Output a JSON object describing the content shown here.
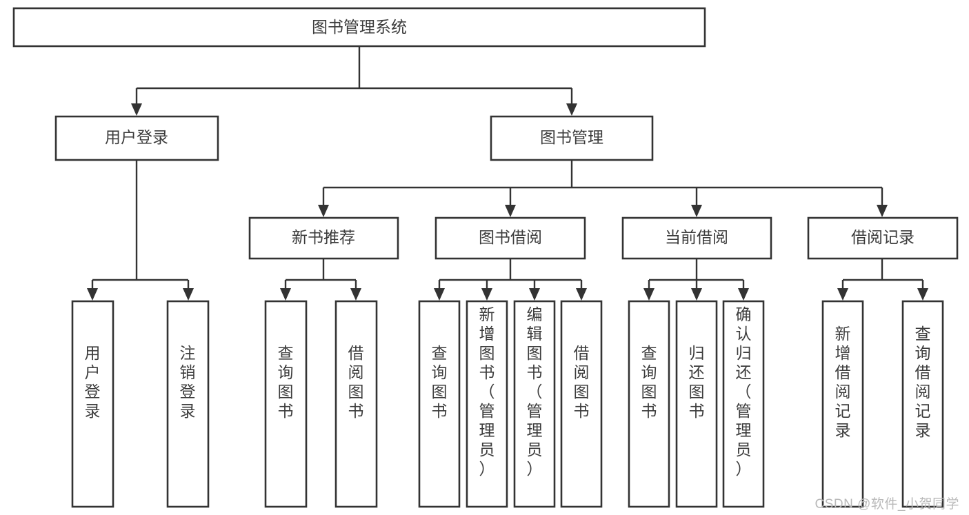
{
  "diagram": {
    "title": "图书管理系统",
    "type": "tree-hierarchy",
    "watermark": "CSDN @软件_小贺同学",
    "colors": {
      "box_stroke": "#333333",
      "box_fill": "#ffffff",
      "text": "#3c3c3c",
      "connector": "#333333",
      "watermark": "#b9b9b9",
      "background": "#ffffff"
    },
    "levels": {
      "root": {
        "label": "图书管理系统",
        "orientation": "horizontal"
      },
      "level2": [
        {
          "label": "用户登录",
          "orientation": "horizontal"
        },
        {
          "label": "图书管理",
          "orientation": "horizontal"
        }
      ],
      "level3": [
        {
          "label": "新书推荐",
          "orientation": "horizontal"
        },
        {
          "label": "图书借阅",
          "orientation": "horizontal"
        },
        {
          "label": "当前借阅",
          "orientation": "horizontal"
        },
        {
          "label": "借阅记录",
          "orientation": "horizontal"
        }
      ],
      "leaves": [
        {
          "label": "用户登录",
          "parent": "用户登录",
          "orientation": "vertical"
        },
        {
          "label": "注销登录",
          "parent": "用户登录",
          "orientation": "vertical"
        },
        {
          "label": "查询图书",
          "parent": "新书推荐",
          "orientation": "vertical"
        },
        {
          "label": "借阅图书",
          "parent": "新书推荐",
          "orientation": "vertical"
        },
        {
          "label": "查询图书",
          "parent": "图书借阅",
          "orientation": "vertical"
        },
        {
          "label": "新增图书（管理员）",
          "parent": "图书借阅",
          "orientation": "vertical"
        },
        {
          "label": "编辑图书（管理员）",
          "parent": "图书借阅",
          "orientation": "vertical"
        },
        {
          "label": "借阅图书",
          "parent": "图书借阅",
          "orientation": "vertical"
        },
        {
          "label": "查询图书",
          "parent": "当前借阅",
          "orientation": "vertical"
        },
        {
          "label": "归还图书",
          "parent": "当前借阅",
          "orientation": "vertical"
        },
        {
          "label": "确认归还（管理员）",
          "parent": "当前借阅",
          "orientation": "vertical"
        },
        {
          "label": "新增借阅记录",
          "parent": "借阅记录",
          "orientation": "vertical"
        },
        {
          "label": "查询借阅记录",
          "parent": "借阅记录",
          "orientation": "vertical"
        }
      ]
    }
  }
}
